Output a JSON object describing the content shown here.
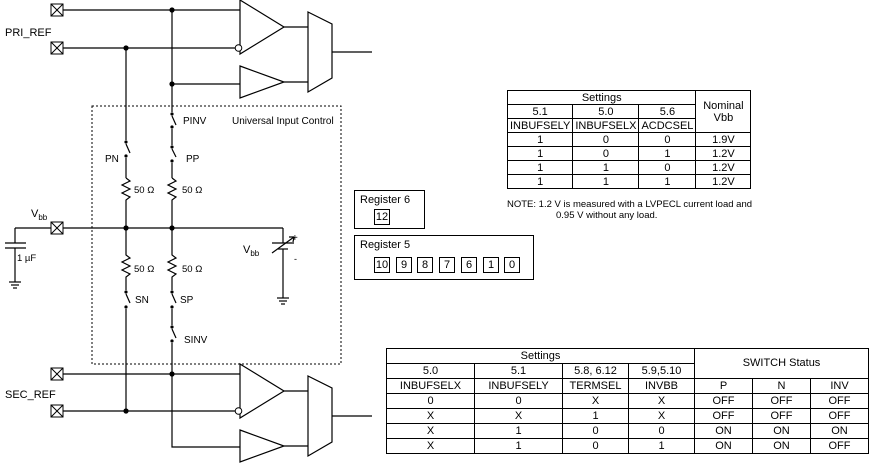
{
  "labels": {
    "pri_ref": "PRI_REF",
    "sec_ref": "SEC_REF",
    "vbb_main": "V",
    "vbb_main_sub": "bb",
    "vbb_source": "V",
    "vbb_source_sub": "bb",
    "cap_value": "1 µF",
    "universal_input_control": "Universal Input Control",
    "switch_pinv": "PINV",
    "switch_pn": "PN",
    "switch_pp": "PP",
    "switch_sn": "SN",
    "switch_sp": "SP",
    "switch_sinv": "SINV",
    "res_top_left": "50 Ω",
    "res_top_right": "50 Ω",
    "res_bot_left": "50 Ω",
    "res_bot_right": "50 Ω",
    "src_plus": "+",
    "src_minus": "-"
  },
  "register6": {
    "title": "Register  6",
    "bits": [
      "12"
    ]
  },
  "register5": {
    "title": "Register  5",
    "bits": [
      "10",
      "9",
      "8",
      "7",
      "6",
      "1",
      "0"
    ]
  },
  "table_vbb": {
    "group_header": "Settings",
    "nominal_header": "Nominal",
    "nominal_sub": "Vbb",
    "bit_headers": [
      "5.1",
      "5.0",
      "5.6"
    ],
    "name_headers": [
      "INBUFSELY",
      "INBUFSELX",
      "ACDCSEL"
    ],
    "rows": [
      [
        "1",
        "0",
        "0",
        "1.9V"
      ],
      [
        "1",
        "0",
        "1",
        "1.2V"
      ],
      [
        "1",
        "1",
        "0",
        "1.2V"
      ],
      [
        "1",
        "1",
        "1",
        "1.2V"
      ]
    ]
  },
  "note": {
    "line1": "NOTE: 1.2 V is measured with a LVPECL current load and",
    "line2": "0.95 V without any load."
  },
  "table_switch": {
    "settings_header": "Settings",
    "status_header": "SWITCH Status",
    "bit_headers": [
      "5.0",
      "5.1",
      "5.8, 6.12",
      "5.9,5.10"
    ],
    "name_headers": [
      "INBUFSELX",
      "INBUFSELY",
      "TERMSEL",
      "INVBB",
      "P",
      "N",
      "INV"
    ],
    "rows": [
      [
        "0",
        "0",
        "X",
        "X",
        "OFF",
        "OFF",
        "OFF"
      ],
      [
        "X",
        "X",
        "1",
        "X",
        "OFF",
        "OFF",
        "OFF"
      ],
      [
        "X",
        "1",
        "0",
        "0",
        "ON",
        "ON",
        "ON"
      ],
      [
        "X",
        "1",
        "0",
        "1",
        "ON",
        "ON",
        "OFF"
      ]
    ]
  }
}
